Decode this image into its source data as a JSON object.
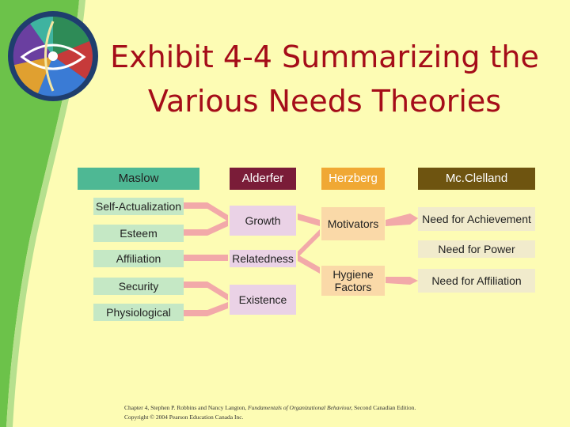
{
  "title": {
    "line1": "Exhibit 4-4 Summarizing the",
    "line2": "Various Needs Theories"
  },
  "headers": {
    "maslow": "Maslow",
    "alderfer": "Alderfer",
    "herzberg": "Herzberg",
    "mcclelland": "Mc.Clelland"
  },
  "maslow_levels": [
    "Self-Actualization",
    "Esteem",
    "Affiliation",
    "Security",
    "Physiological"
  ],
  "alderfer_levels": [
    "Growth",
    "Relatedness",
    "Existence"
  ],
  "herzberg_levels": [
    "Motivators",
    "Hygiene\nFactors"
  ],
  "mcclelland_levels": [
    "Need for Achievement",
    "Need for Power",
    "Need for Affiliation"
  ],
  "footer": {
    "prefix": "Chapter 4, Stephen P. Robbins and Nancy Langton, ",
    "book": "Fundamentals of Organizational Behaviour,",
    "suffix": " Second Canadian Edition.",
    "copyright": "Copyright © 2004 Pearson Education Canada Inc."
  },
  "colors": {
    "title": "#a50d19",
    "maslow_header": "#4eb894",
    "maslow_levels": "#c5e8c5",
    "alderfer_header": "#7a1c38",
    "alderfer_levels": "#ead2e6",
    "herzberg_header": "#f0a834",
    "herzberg_levels": "#fad9a8",
    "mcclelland_header": "#6e5410",
    "mcclelland_levels": "#f1ebcc",
    "arrow": "#f2a9a9"
  }
}
